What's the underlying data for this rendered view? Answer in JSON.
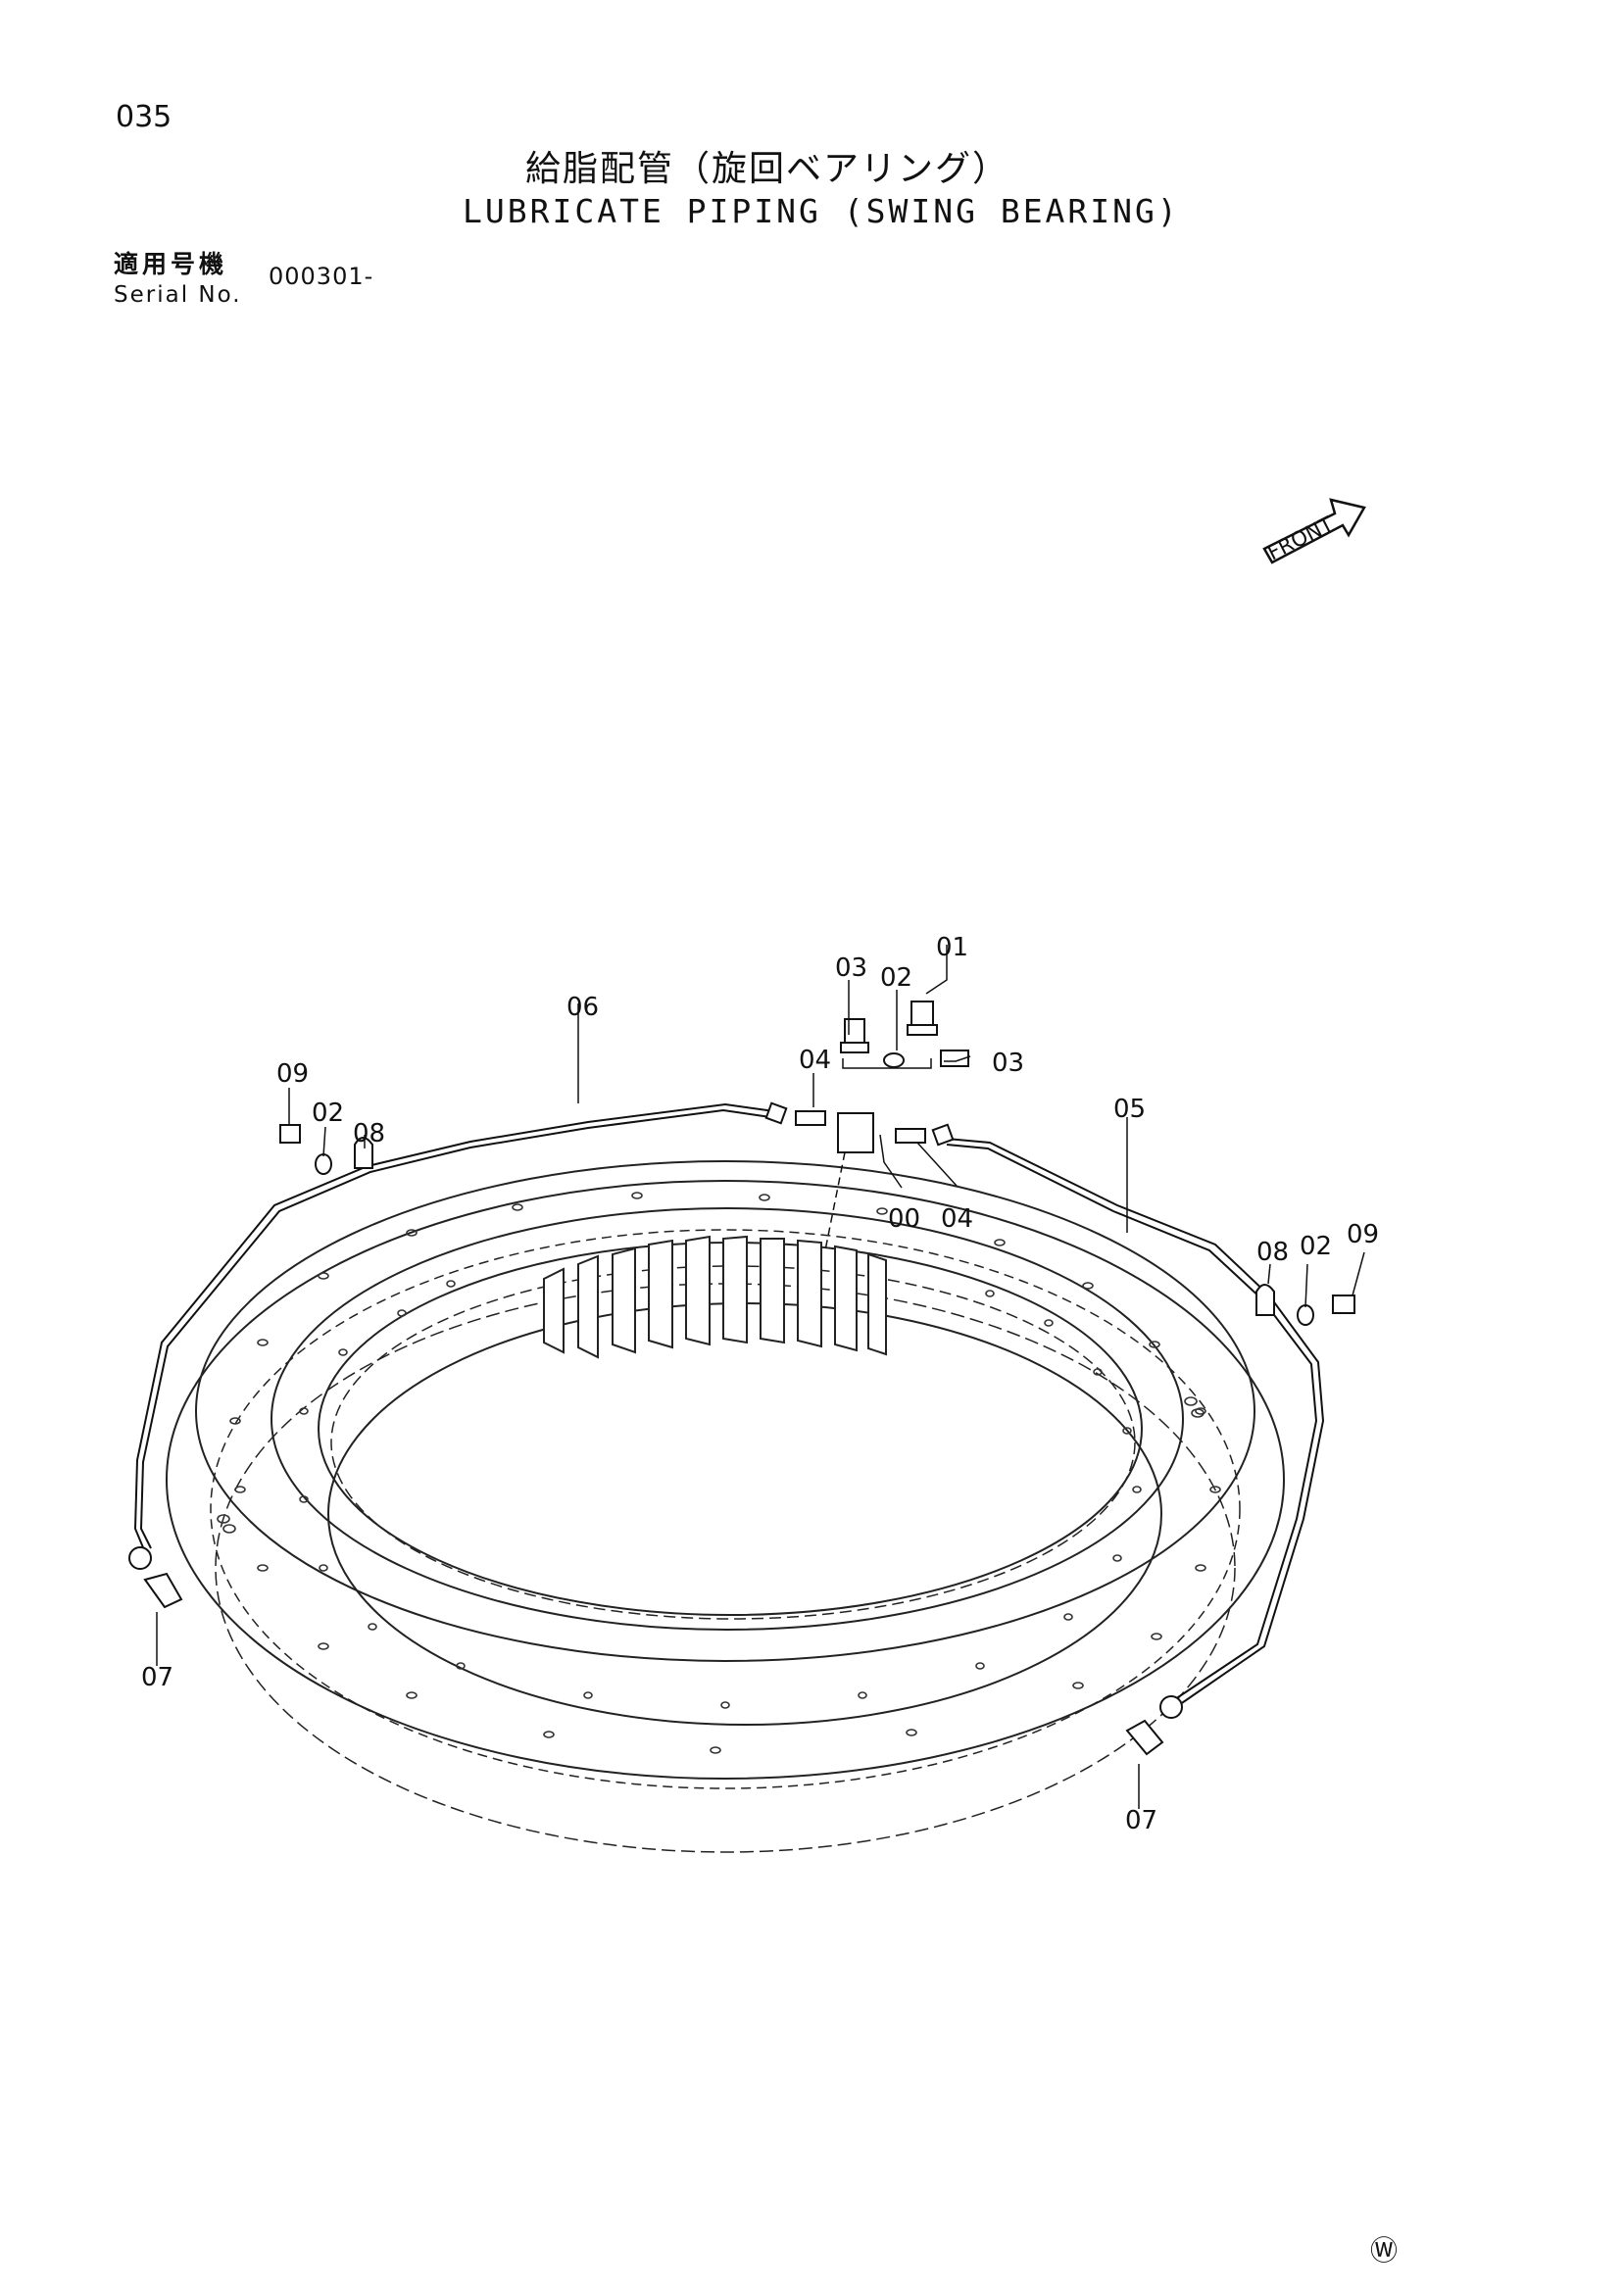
{
  "page_number": "035",
  "title_ja": "給脂配管（旋回ベアリング）",
  "title_en": "LUBRICATE PIPING (SWING BEARING)",
  "serial": {
    "label_ja": "適用号機",
    "label_en": "Serial No.",
    "value": "000301-"
  },
  "front_label": "FRONT",
  "footer_mark": "Ⓦ",
  "callouts": {
    "c01": "01",
    "c02a": "02",
    "c03a": "03",
    "c03b": "03",
    "c04a": "04",
    "c04b": "04",
    "c00": "00",
    "c06": "06",
    "c05": "05",
    "c09a": "09",
    "c02b": "02",
    "c08a": "08",
    "c08b": "08",
    "c02c": "02",
    "c09b": "09",
    "c07a": "07",
    "c07b": "07"
  }
}
